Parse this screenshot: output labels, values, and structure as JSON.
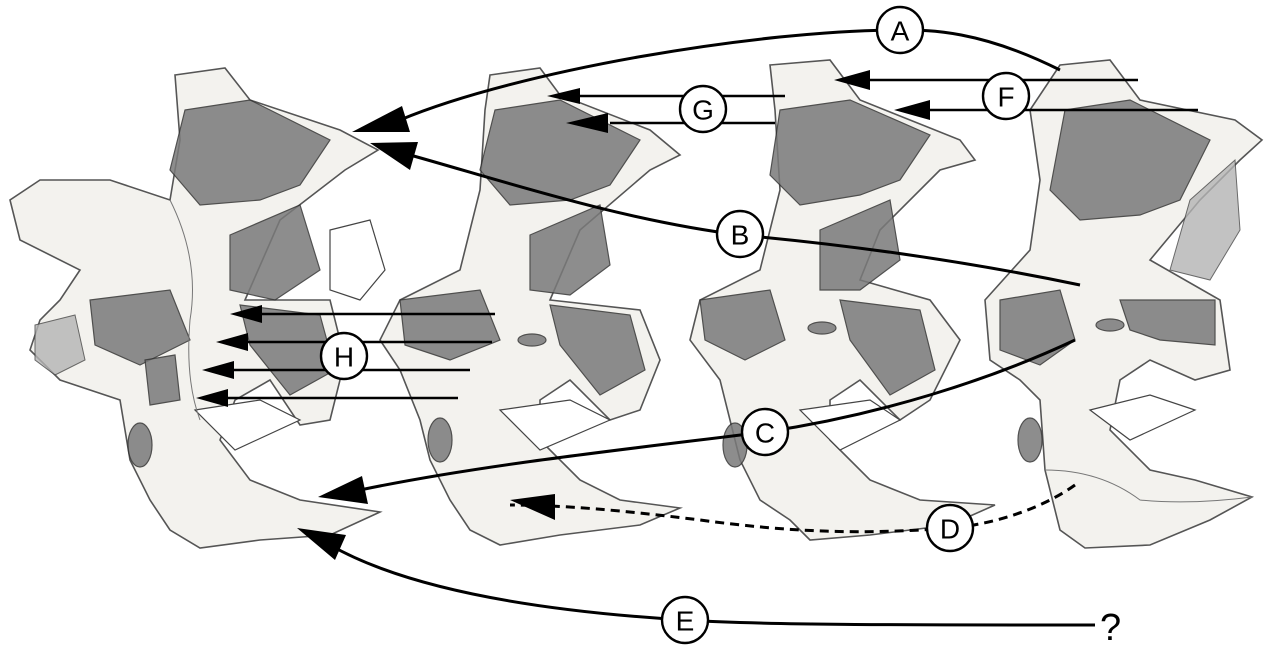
{
  "labels": {
    "A": "A",
    "B": "B",
    "C": "C",
    "D": "D",
    "E": "E",
    "F": "F",
    "G": "G",
    "H": "H"
  },
  "unknown_mark": "?",
  "colors": {
    "ink": "#000000",
    "bone": "#f3f2ee",
    "shading": "#7a7a7a",
    "background": "#ffffff"
  }
}
